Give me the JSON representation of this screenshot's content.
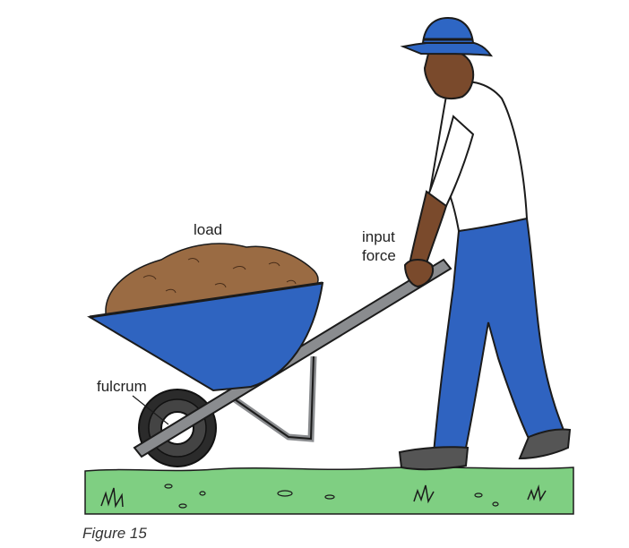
{
  "labels": {
    "load": "load",
    "input_force_line1": "input",
    "input_force_line2": "force",
    "fulcrum": "fulcrum"
  },
  "caption": "Figure 15",
  "colors": {
    "barrow_blue": "#2f64c0",
    "jeans_blue": "#2f63c0",
    "hat_blue": "#2e66c4",
    "soil": "#9a6b43",
    "grass": "#7fcf82",
    "skin": "#7a4a2c",
    "handle_gray": "#8a8c8f",
    "outline": "#1b1b1b"
  },
  "icons": [
    "wheelbarrow-icon",
    "person-icon",
    "wheel-icon",
    "grass-tuft-icon"
  ]
}
